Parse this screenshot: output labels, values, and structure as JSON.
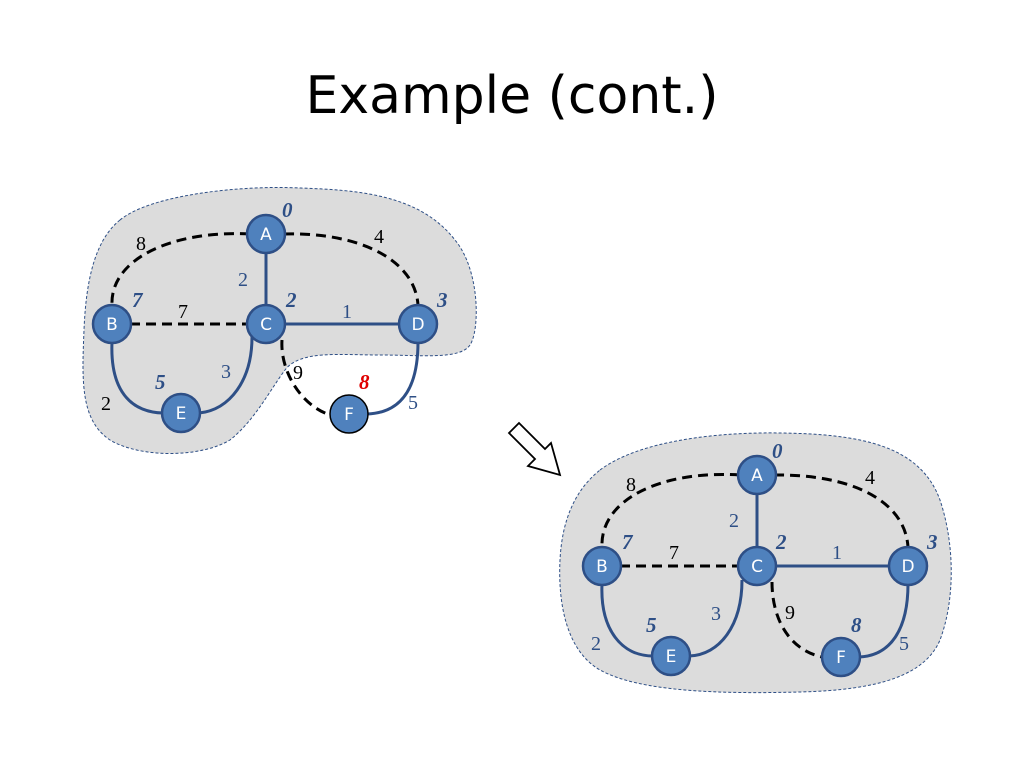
{
  "title": "Example (cont.)",
  "colors": {
    "node_fill": "#4f81bd",
    "node_stroke": "#2e4f86",
    "tree_edge": "#2e4f86",
    "candidate_edge": "#000000",
    "region_fill": "#dcdcdc",
    "region_stroke": "#2e4f86",
    "highlight_distance": "#e00000"
  },
  "graph_before": {
    "nodes": [
      {
        "id": "A",
        "distance": "0"
      },
      {
        "id": "B",
        "distance": "7"
      },
      {
        "id": "C",
        "distance": "2"
      },
      {
        "id": "D",
        "distance": "3"
      },
      {
        "id": "E",
        "distance": "5"
      },
      {
        "id": "F",
        "distance": "8",
        "outside_region": true
      }
    ],
    "edges": [
      {
        "from": "A",
        "to": "B",
        "weight": "8",
        "style": "dashed"
      },
      {
        "from": "A",
        "to": "D",
        "weight": "4",
        "style": "dashed"
      },
      {
        "from": "A",
        "to": "C",
        "weight": "2",
        "style": "solid"
      },
      {
        "from": "B",
        "to": "C",
        "weight": "7",
        "style": "dashed"
      },
      {
        "from": "C",
        "to": "D",
        "weight": "1",
        "style": "solid"
      },
      {
        "from": "B",
        "to": "E",
        "weight": "2",
        "style": "solid"
      },
      {
        "from": "C",
        "to": "E",
        "weight": "3",
        "style": "solid"
      },
      {
        "from": "C",
        "to": "F",
        "weight": "9",
        "style": "dashed"
      },
      {
        "from": "D",
        "to": "F",
        "weight": "5",
        "style": "solid"
      }
    ]
  },
  "graph_after": {
    "nodes": [
      {
        "id": "A",
        "distance": "0"
      },
      {
        "id": "B",
        "distance": "7"
      },
      {
        "id": "C",
        "distance": "2"
      },
      {
        "id": "D",
        "distance": "3"
      },
      {
        "id": "E",
        "distance": "5"
      },
      {
        "id": "F",
        "distance": "8"
      }
    ],
    "edges": [
      {
        "from": "A",
        "to": "B",
        "weight": "8",
        "style": "dashed"
      },
      {
        "from": "A",
        "to": "D",
        "weight": "4",
        "style": "dashed"
      },
      {
        "from": "A",
        "to": "C",
        "weight": "2",
        "style": "solid"
      },
      {
        "from": "B",
        "to": "C",
        "weight": "7",
        "style": "dashed"
      },
      {
        "from": "C",
        "to": "D",
        "weight": "1",
        "style": "solid"
      },
      {
        "from": "B",
        "to": "E",
        "weight": "2",
        "style": "solid"
      },
      {
        "from": "C",
        "to": "E",
        "weight": "3",
        "style": "solid"
      },
      {
        "from": "C",
        "to": "F",
        "weight": "9",
        "style": "dashed"
      },
      {
        "from": "D",
        "to": "F",
        "weight": "5",
        "style": "solid"
      }
    ]
  },
  "arrow_icon": "hollow-arrow-down-right"
}
